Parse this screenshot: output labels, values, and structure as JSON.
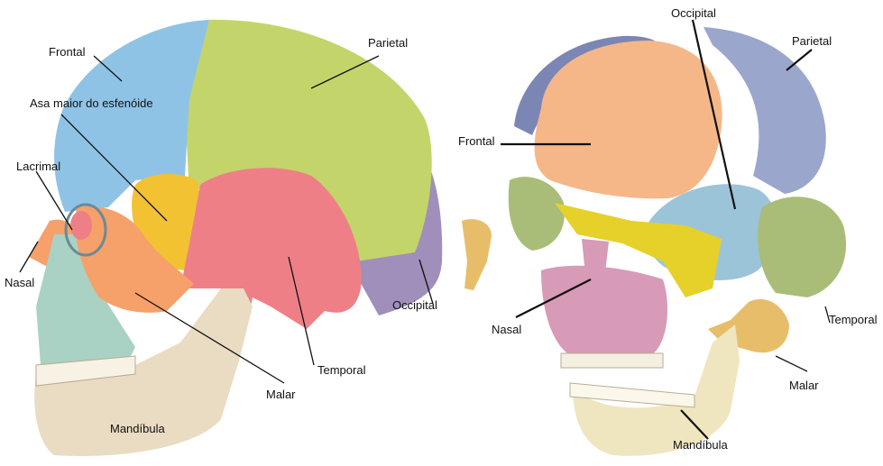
{
  "left_view": {
    "labels": {
      "frontal": "Frontal",
      "parietal": "Parietal",
      "asa_maior": "Asa maior do esfenóide",
      "lacrimal": "Lacrimal",
      "nasal": "Nasal",
      "occipital": "Occipital",
      "temporal": "Temporal",
      "malar": "Malar",
      "mandibula": "Mandíbula"
    }
  },
  "right_view": {
    "labels": {
      "occipital": "Occipital",
      "parietal": "Parietal",
      "frontal": "Frontal",
      "nasal": "Nasal",
      "temporal": "Temporal",
      "malar": "Malar",
      "mandibula": "Mandíbula"
    }
  },
  "colors": {
    "frontal_left": "#8fc3e6",
    "parietal_left": "#c3d56a",
    "sphenoid": "#f2c232",
    "temporal_left": "#ef7f86",
    "occipital_left": "#9f8fba",
    "maxilla_left": "#f6a06a",
    "facial_left": "#a9d2c4",
    "mandible_left": "#e9dcc2",
    "frontal_right": "#f5b788",
    "parietal_right": "#9aa6cc",
    "occipital_right": "#9cc4d8",
    "sphenoid_right": "#e6d02a",
    "temporal_right": "#a9bd78",
    "nasal_right": "#d79ab7",
    "malar_right": "#e8bd6a",
    "mandible_right": "#efe6bf"
  }
}
